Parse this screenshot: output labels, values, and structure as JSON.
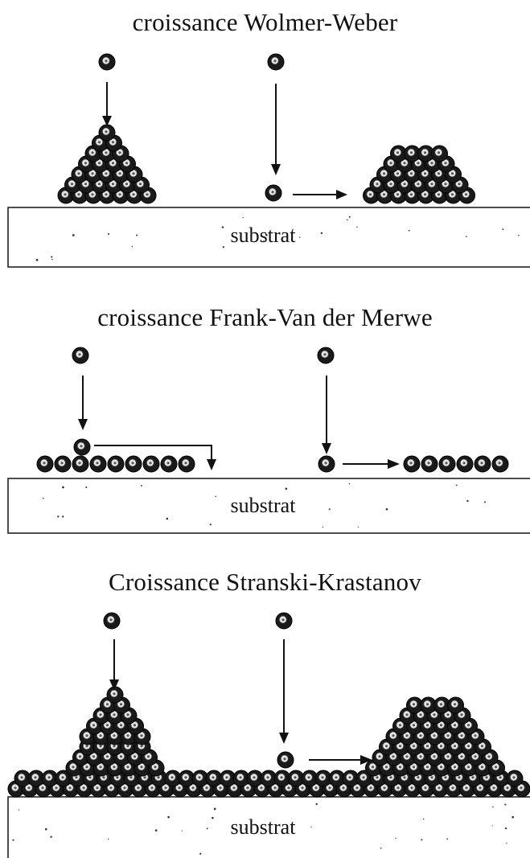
{
  "panels": [
    {
      "title": "croissance Wolmer-Weber",
      "substrate_label": "substrat"
    },
    {
      "title": "croissance Frank-Van der Merwe",
      "substrate_label": "substrat"
    },
    {
      "title": "Croissance Stranski-Krastanov",
      "substrate_label": "substrat"
    }
  ],
  "colors": {
    "atom_dark": "#1a1a1a",
    "atom_highlight": "#e6e6e6",
    "line": "#111111"
  }
}
